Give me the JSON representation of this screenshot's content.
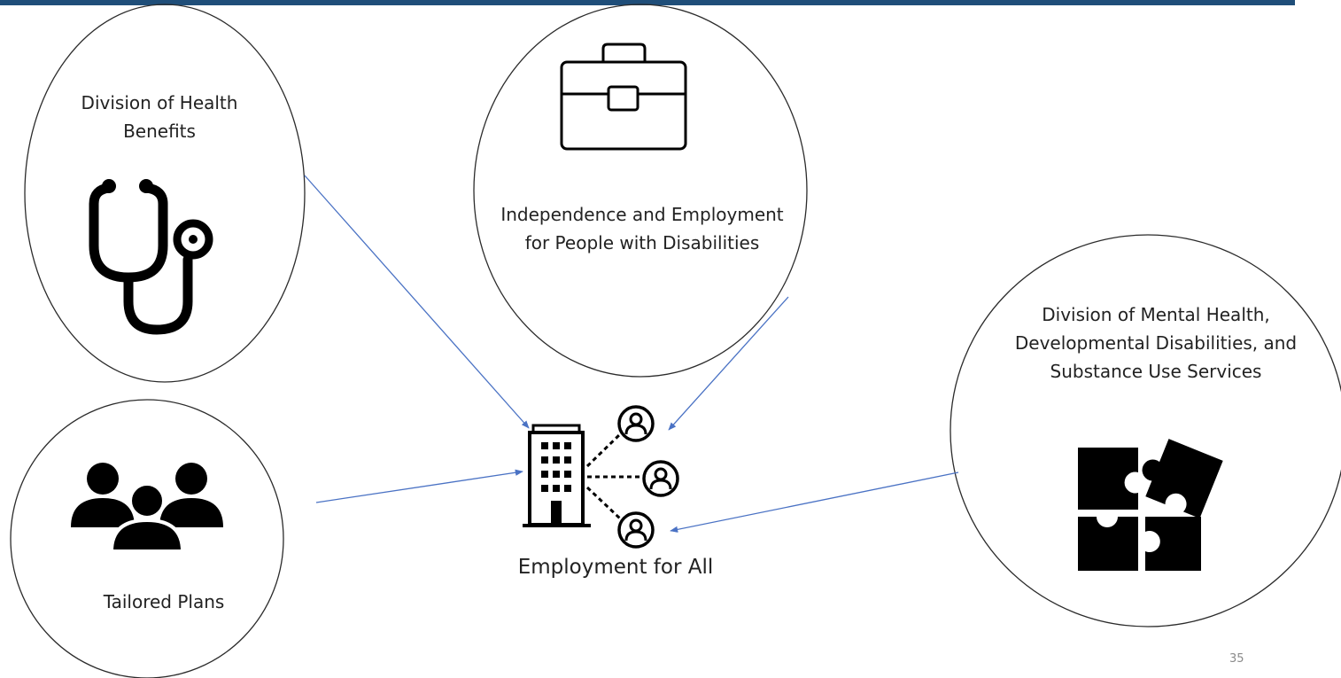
{
  "nodes": {
    "health": "Division of Health Benefits",
    "independence_line1": "Independence and Employment",
    "independence_line2": "for People with Disabilities",
    "mental_line1": "Division of Mental Health,",
    "mental_line2": "Developmental Disabilities, and",
    "mental_line3": "Substance Use Services",
    "tailored": "Tailored Plans",
    "center": "Employment for All"
  },
  "page_number": "35",
  "colors": {
    "header_bar": "#1f4e79",
    "arrow": "#4a72c4",
    "outline": "#2b2b2b"
  },
  "icons": [
    "stethoscope-icon",
    "briefcase-icon",
    "people-group-icon",
    "puzzle-icon",
    "office-building-icon",
    "person-circle-icon"
  ]
}
